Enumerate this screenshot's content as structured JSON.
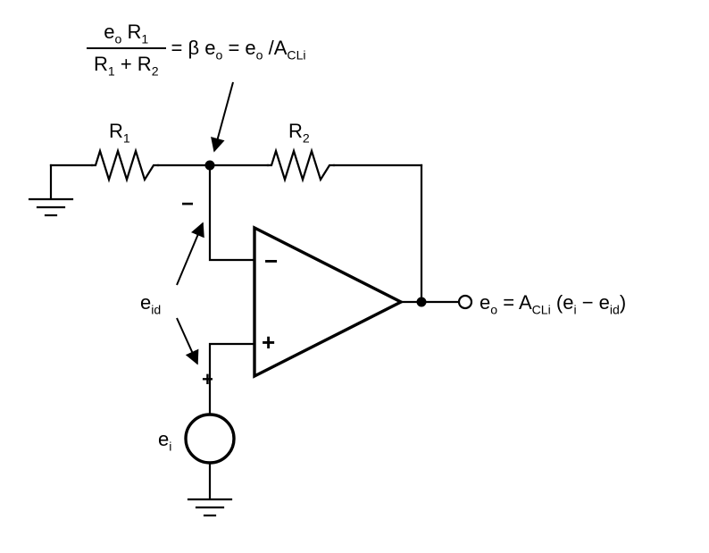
{
  "colors": {
    "line": "#000000",
    "text": "#000000",
    "background": "#ffffff"
  },
  "formulas": {
    "feedback": {
      "numerator": [
        {
          "t": "e"
        },
        {
          "t": "o",
          "sub": true
        },
        {
          "t": " R"
        },
        {
          "t": "1",
          "sub": true
        }
      ],
      "denominator": [
        {
          "t": "R"
        },
        {
          "t": "1",
          "sub": true
        },
        {
          "t": " + R"
        },
        {
          "t": "2",
          "sub": true
        }
      ],
      "rhs": [
        {
          "t": "= β e"
        },
        {
          "t": "o",
          "sub": true
        },
        {
          "t": " = e"
        },
        {
          "t": "o",
          "sub": true
        },
        {
          "t": " /A"
        },
        {
          "t": "CLi",
          "sub": true
        }
      ]
    },
    "output": [
      {
        "t": "e"
      },
      {
        "t": "o",
        "sub": true
      },
      {
        "t": " = A"
      },
      {
        "t": "CLi",
        "sub": true
      },
      {
        "t": " (e"
      },
      {
        "t": "i",
        "sub": true
      },
      {
        "t": " − e"
      },
      {
        "t": "id",
        "sub": true
      },
      {
        "t": ")"
      }
    ]
  },
  "labels": {
    "r1": [
      {
        "t": "R"
      },
      {
        "t": "1",
        "sub": true
      }
    ],
    "r2": [
      {
        "t": "R"
      },
      {
        "t": "2",
        "sub": true
      }
    ],
    "e_id": [
      {
        "t": "e"
      },
      {
        "t": "id",
        "sub": true
      }
    ],
    "e_i": [
      {
        "t": "e"
      },
      {
        "t": "i",
        "sub": true
      }
    ],
    "opamp_inverting_sign": "−",
    "opamp_noninverting_sign": "+",
    "eid_minus_sign": "−",
    "eid_plus_sign": "+"
  }
}
